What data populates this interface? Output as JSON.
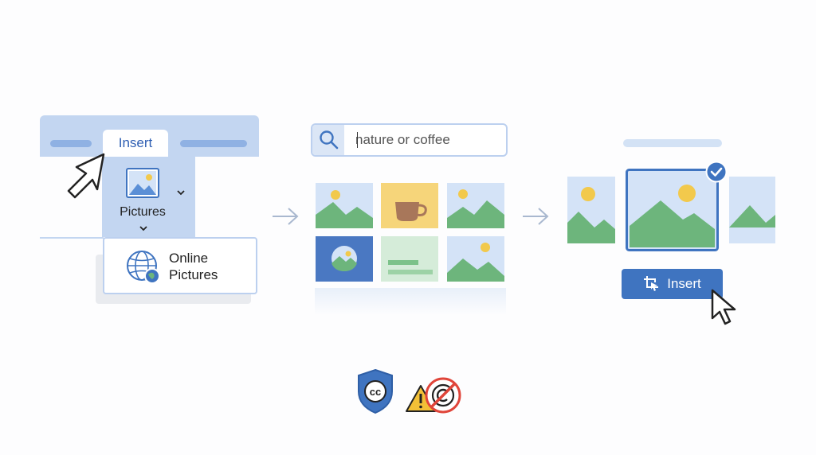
{
  "ribbon": {
    "insert_tab": "Insert",
    "pictures_button": "Pictures",
    "online_pictures_item": "Online Pictures"
  },
  "search": {
    "placeholder": "nature or coffee"
  },
  "results": {
    "thumbnails": [
      "landscape",
      "coffee-cup",
      "landscape",
      "circle-landscape",
      "text-card",
      "landscape"
    ]
  },
  "preview": {
    "insert_button": "Insert",
    "selected_index": 1
  },
  "icons": {
    "flow": [
      "arrow-right-icon",
      "arrow-right-icon"
    ],
    "licensing": [
      "creative-commons-shield-icon",
      "warning-icon",
      "no-copyright-icon"
    ]
  },
  "colors": {
    "ribbon": "#c3d6f1",
    "accent": "#3f74c0",
    "sky": "#d4e3f7",
    "hill": "#6db57c",
    "sun": "#f2c94c",
    "coffee_bg": "#f6d57a",
    "warning": "#f2c037",
    "prohibit": "#e0453a"
  }
}
